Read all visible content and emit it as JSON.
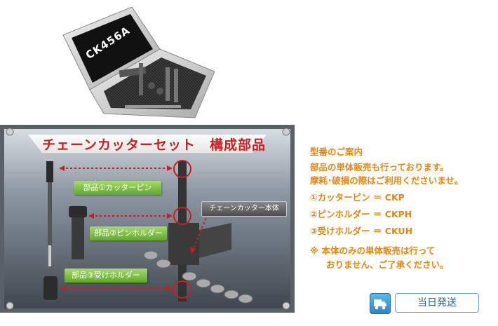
{
  "product": {
    "case_label": "CK456A"
  },
  "board": {
    "title": "チェーンカッターセット　構成部品",
    "labels": {
      "part1": "部品①カッターピン",
      "part2": "部品②ピンホルダー",
      "part3": "部品③受けホルダー",
      "body": "チェーンカッター本体"
    }
  },
  "info": {
    "heading": "型番のご案内",
    "line1": "部品の単体販売も行っております。",
    "line2": "摩耗･破損の際はご利用くださいませ。",
    "model1": "①カッターピン ＝ CKP",
    "model2": "②ピンホルダー ＝ CKPH",
    "model3": "③受けホルダー ＝ CKUH",
    "note1": "※ 本体のみの単体販売は行って",
    "note2": "おりません、ご了承ください。"
  },
  "buttons": {
    "same_day": "当日発送"
  },
  "colors": {
    "info_text": "#e8850e",
    "board_title": "#cc1f1f",
    "label_green": "#6bb33a",
    "button_text": "#2a5d92"
  }
}
